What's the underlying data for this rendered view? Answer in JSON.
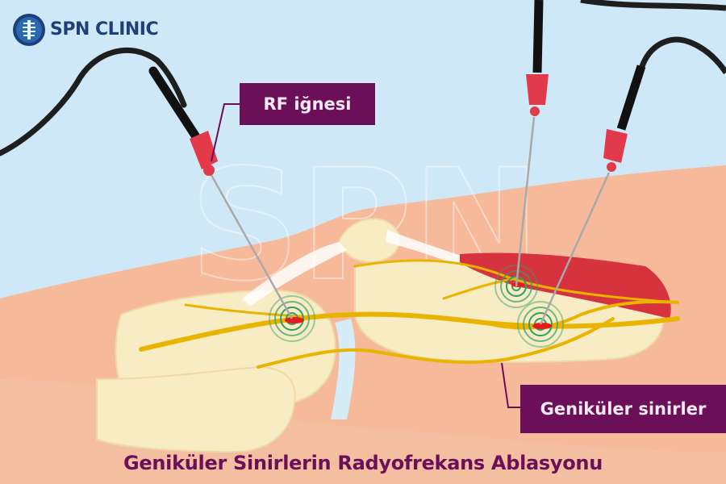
{
  "logo": {
    "icon": "spine-emblem-icon",
    "text": "SPN CLINIC",
    "color": "#1d3f7a"
  },
  "watermark": "SPN",
  "labels": {
    "rf_needle": "RF iğnesi",
    "genicular_nerves": "Geniküler sinirler"
  },
  "caption": "Geniküler Sinirlerin Radyofrekans Ablasyonu",
  "colors": {
    "background": "#cfe8f7",
    "skin": "#f6b99a",
    "bone": "#f7ecc4",
    "nerve": "#e8b400",
    "muscle": "#d6333f",
    "needle_hub": "#e23a4a",
    "cable": "#1e1e1e",
    "label_bg": "#6a0f58",
    "ablation_rings": "#2f9e6a"
  },
  "needles": [
    {
      "name": "needle-1",
      "target": "medial-femoral-point"
    },
    {
      "name": "needle-2",
      "target": "superior-lateral-point"
    },
    {
      "name": "needle-3",
      "target": "inferior-lateral-point"
    }
  ]
}
